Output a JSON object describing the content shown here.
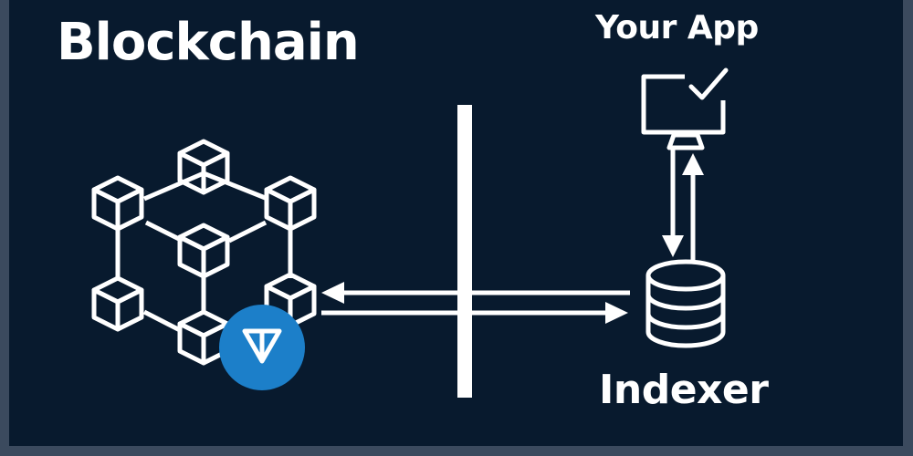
{
  "diagram": {
    "background": "#081a2e",
    "border_color": "#3b4a5e",
    "line_color": "#ffffff",
    "ton_badge_color": "#1c7fc9",
    "nodes": {
      "blockchain": {
        "label": "Blockchain",
        "icon": "blockchain-cubes-icon"
      },
      "app": {
        "label": "Your App",
        "icon": "monitor-check-icon"
      },
      "indexer": {
        "label": "Indexer",
        "icon": "database-icon"
      },
      "ton_badge": {
        "icon": "ton-logo-icon"
      }
    },
    "connections": [
      {
        "from": "indexer",
        "to": "blockchain",
        "direction": "left"
      },
      {
        "from": "blockchain",
        "to": "indexer",
        "direction": "right"
      },
      {
        "from": "app",
        "to": "indexer",
        "direction": "down"
      },
      {
        "from": "indexer",
        "to": "app",
        "direction": "up"
      }
    ],
    "separator": "vertical-divider"
  }
}
